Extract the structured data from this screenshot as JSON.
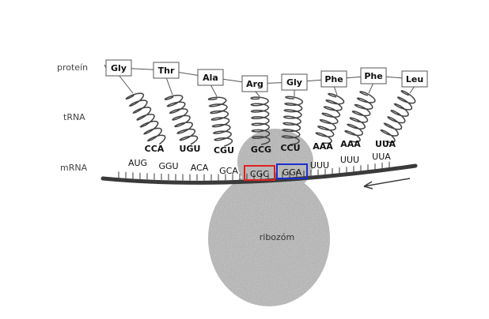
{
  "labels": {
    "protein": "proteín",
    "trna": "tRNA",
    "mrna": "mRNA",
    "ribosome": "ribozóm"
  },
  "colors": {
    "highlight_a": "#e02020",
    "highlight_b": "#1a2fd0",
    "strand": "#3a3a3a",
    "ribosome": "#b8b8b8"
  },
  "amino_acids": [
    "Gly",
    "Thr",
    "Ala",
    "Arg",
    "Gly",
    "Phe",
    "Phe",
    "Leu"
  ],
  "anticodons": [
    "CCA",
    "UGU",
    "CGU",
    "GCG",
    "CCU",
    "AAA",
    "AAA",
    "UUA"
  ],
  "codons": [
    "AUG",
    "GGU",
    "ACA",
    "GCA",
    "CGC",
    "GGA",
    "UUU",
    "UUU",
    "UUA"
  ],
  "highlighted_codons": [
    {
      "index": 4,
      "color": "red"
    },
    {
      "index": 5,
      "color": "blue"
    }
  ]
}
